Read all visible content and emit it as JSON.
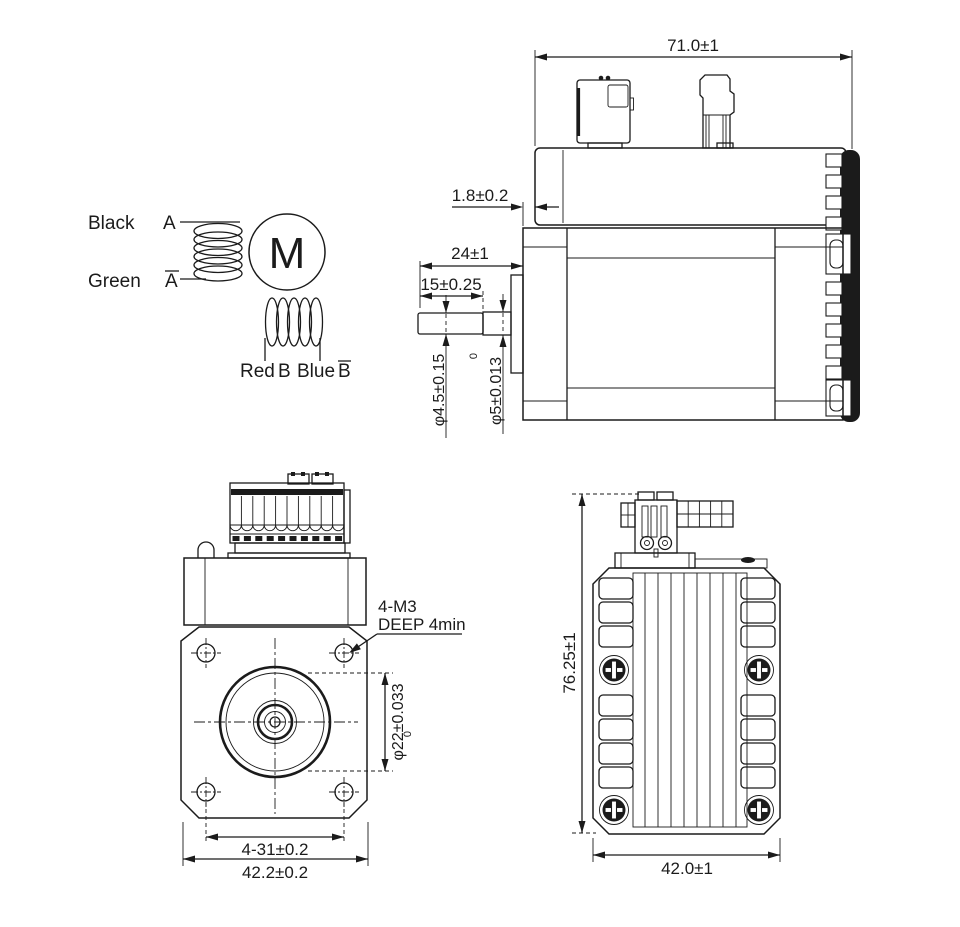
{
  "wiring": {
    "lead_black": "Black",
    "terminal_a": "A",
    "lead_green": "Green",
    "terminal_a_bar": "A",
    "lead_red": "Red",
    "terminal_b": "B",
    "lead_blue": "Blue",
    "terminal_b_bar": "B",
    "motor_symbol": "M"
  },
  "side_view": {
    "dims": {
      "overall_length": "71.0±1",
      "housing_offset": "1.8±0.2",
      "shaft_length": "24±1",
      "shaft_step_length": "15±0.25",
      "shaft_tip_diameter": "φ4.5±0.15",
      "shaft_base_diameter": "φ5±0.013",
      "shaft_base_upper_tol": "0"
    }
  },
  "front_view": {
    "dims": {
      "mount_thread": "4-M3",
      "mount_depth": "DEEP 4min",
      "pilot_diameter": "φ22±0.033",
      "pilot_upper_tol": "0",
      "hole_spacing": "4-31±0.2",
      "flange_width": "42.2±0.2"
    }
  },
  "rear_view": {
    "dims": {
      "overall_height": "76.25±1",
      "body_width": "42.0±1"
    }
  }
}
